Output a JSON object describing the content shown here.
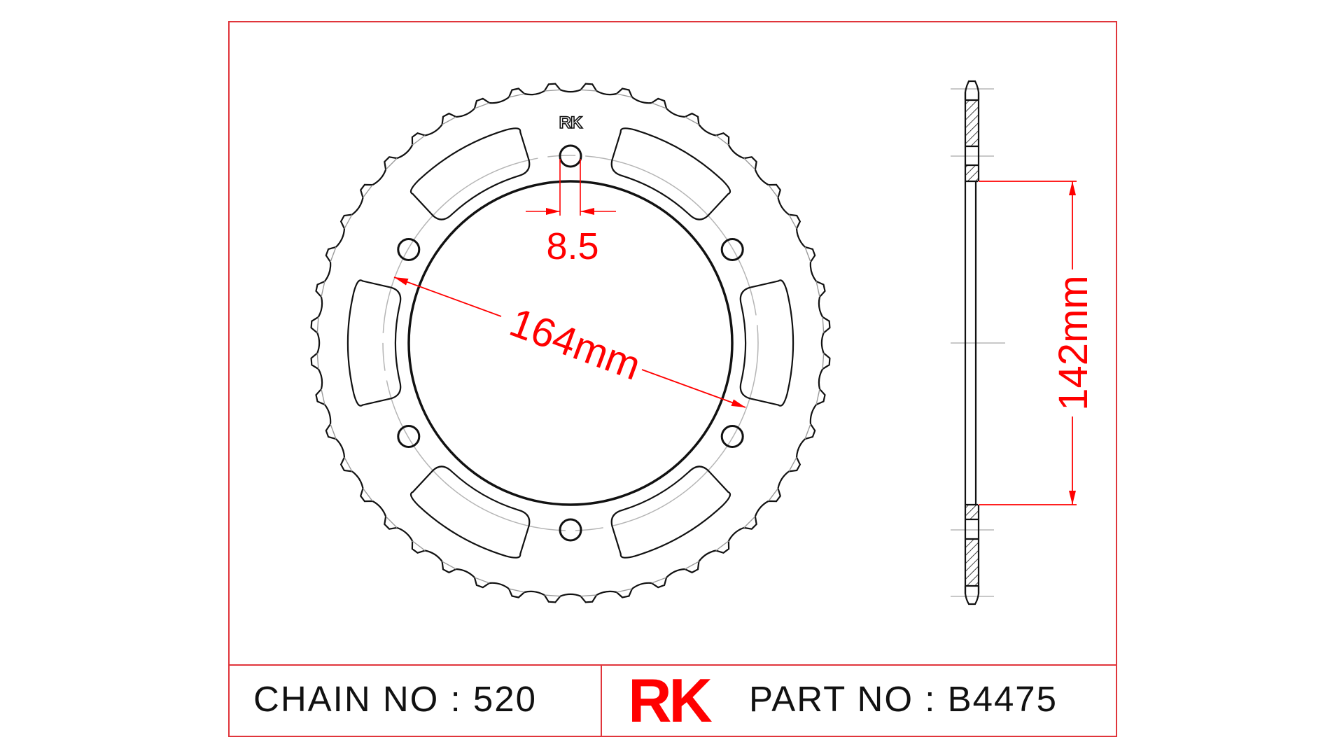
{
  "drawing": {
    "brand_logo_small": "RK",
    "dimensions": {
      "bolt_hole_diameter": "8.5",
      "pcd": "164mm",
      "center_bore": "142mm"
    },
    "sprocket": {
      "teeth": 44,
      "bolt_holes": 6,
      "lightening_slots": 6
    },
    "colors": {
      "frame": "#e0353b",
      "dimension": "#ff0000",
      "outline": "#111111",
      "centerline": "#b5b5b5"
    }
  },
  "title_block": {
    "chain_label": "CHAIN NO : 520",
    "brand_logo": "RK",
    "part_label": "PART NO : B4475"
  }
}
